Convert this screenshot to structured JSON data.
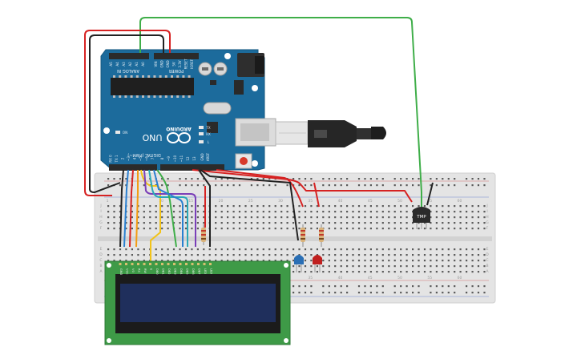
{
  "arduino": {
    "model": "UNO",
    "brand": "ARDUINO",
    "analog_label": "ANALOG IN",
    "power_label": "POWER",
    "digital_label": "DIGITAL (PWM~)",
    "analog_pins": [
      "A5",
      "A4",
      "A3",
      "A2",
      "A1",
      "A0"
    ],
    "power_pins": [
      "VIN",
      "GND",
      "GND",
      "5V",
      "3.3V",
      "RESET",
      "IOREF"
    ],
    "led_labels": [
      "TX",
      "RX",
      "L",
      "ON"
    ],
    "aref_label": "AREF",
    "gnd_label": "GND",
    "digital_pins": [
      "13",
      "12",
      "~11",
      "~10",
      "~9",
      "8",
      "7",
      "~6",
      "~5",
      "4",
      "~3",
      "2",
      "TX 1",
      "RX 0"
    ]
  },
  "breadboard": {
    "column_numbers": [
      "1",
      "5",
      "10",
      "15",
      "20",
      "25",
      "30",
      "35",
      "40",
      "45",
      "50",
      "55",
      "60"
    ],
    "row_letters_top": [
      "J",
      "I",
      "H",
      "G",
      "F"
    ],
    "row_letters_bottom": [
      "E",
      "D",
      "C",
      "B",
      "A"
    ]
  },
  "sensor": {
    "label": "TMP"
  },
  "lcd": {
    "pin_labels": [
      "GND",
      "VCC",
      "V0",
      "RS",
      "RW",
      "E",
      "DB0",
      "DB1",
      "DB2",
      "DB3",
      "DB4",
      "DB5",
      "DB6",
      "DB7",
      "LED",
      "LED"
    ]
  },
  "colors": {
    "board": "#1c6b9c",
    "breadboard": "#e4e4e4",
    "lcd_pcb": "#3e9a47",
    "lcd_screen": "#1f2f5c",
    "wire_red": "#d62222",
    "wire_black": "#222222",
    "wire_green": "#3fae49",
    "wire_blue": "#2a7fd0",
    "wire_orange": "#f39c12",
    "wire_yellow": "#f2c318",
    "wire_purple": "#7a3fb8",
    "wire_teal": "#2aa9b8",
    "led_blue": "#2a6fb5",
    "led_red": "#c0201f"
  }
}
